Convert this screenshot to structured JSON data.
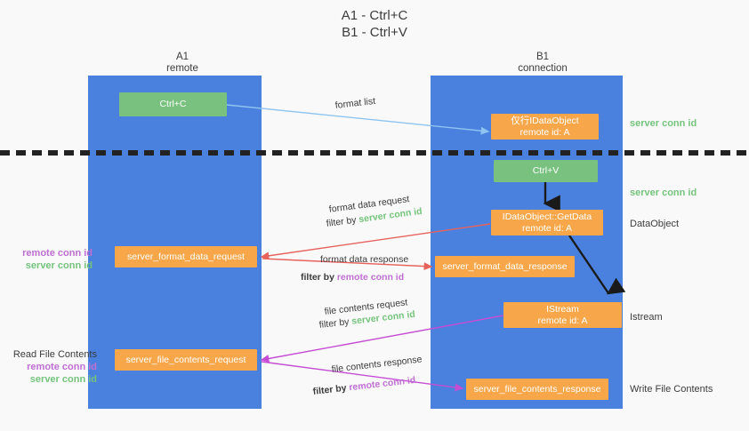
{
  "title": {
    "line1": "A1 - Ctrl+C",
    "line2": "B1 - Ctrl+V"
  },
  "columns": [
    {
      "name": "A1",
      "role": "remote"
    },
    {
      "name": "B1",
      "role": "connection"
    }
  ],
  "colors": {
    "lane": "#4a81df",
    "green_box": "#78c17e",
    "orange_box": "#f7a74a",
    "server_conn_id": "#74c47c",
    "remote_conn_id": "#c06ed4",
    "text": "#3c3c3c",
    "background": "#f9f9f9",
    "arrow_blue": "#8ec4ef",
    "arrow_red": "#e8625c",
    "arrow_purple": "#c54dd4",
    "arrow_black": "#1a1a1a"
  },
  "boxes": {
    "ctrl_c": {
      "line1": "Ctrl+C",
      "line2": ""
    },
    "idataobject": {
      "line1": "仅行IDataObject",
      "line2": "remote id: A"
    },
    "ctrl_v": {
      "line1": "Ctrl+V",
      "line2": ""
    },
    "getdata": {
      "line1": "IDataObject::GetData",
      "line2": "remote id: A"
    },
    "istream": {
      "line1": "IStream",
      "line2": "remote id: A"
    },
    "format_data_request": {
      "line1": "server_format_data_request",
      "line2": ""
    },
    "format_data_response": {
      "line1": "server_format_data_response",
      "line2": ""
    },
    "file_contents_request": {
      "line1": "server_file_contents_request",
      "line2": ""
    },
    "file_contents_response": {
      "line1": "server_file_contents_response",
      "line2": ""
    }
  },
  "connector_labels": {
    "format_list": "format list",
    "format_data_request": "format data request",
    "filter_by": "filter by ",
    "server_conn_id": "server conn id",
    "remote_conn_id": "remote conn id",
    "format_data_response": "format data response",
    "file_contents_request": "file contents request",
    "file_contents_response": "file contents response"
  },
  "side_labels": {
    "right": {
      "server_conn_id_top": "server conn id",
      "server_conn_id_mid": "server conn id",
      "dataobject": "DataObject",
      "istream": "Istream",
      "write_file_contents": "Write File Contents"
    },
    "left": {
      "remote_conn_id_a": "remote conn id",
      "server_conn_id_a": "server conn id",
      "read_file_contents": "Read File Contents",
      "remote_conn_id_b": "remote conn id",
      "server_conn_id_b": "server conn id"
    }
  }
}
